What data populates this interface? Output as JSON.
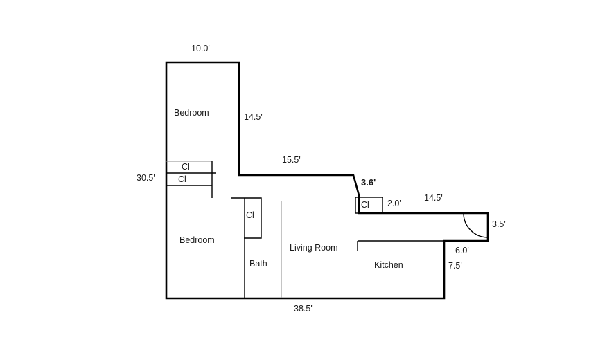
{
  "rooms": {
    "bedroom_top": "Bedroom",
    "bedroom_bottom": "Bedroom",
    "bath": "Bath",
    "living_room": "Living Room",
    "kitchen": "Kitchen"
  },
  "closets": {
    "closet_1": "Cl",
    "closet_2": "Cl",
    "closet_3": "Cl",
    "closet_4": "Cl"
  },
  "dimensions": {
    "top_width": "10.0'",
    "bedroom_side": "14.5'",
    "mid_top": "15.5'",
    "diagonal": "3.6'",
    "closet_width": "2.0'",
    "kitchen_top": "14.5'",
    "kitchen_end": "3.5'",
    "kitchen_bottom": "6.0'",
    "kitchen_side": "7.5'",
    "left_height": "30.5'",
    "bottom_width": "38.5'"
  }
}
